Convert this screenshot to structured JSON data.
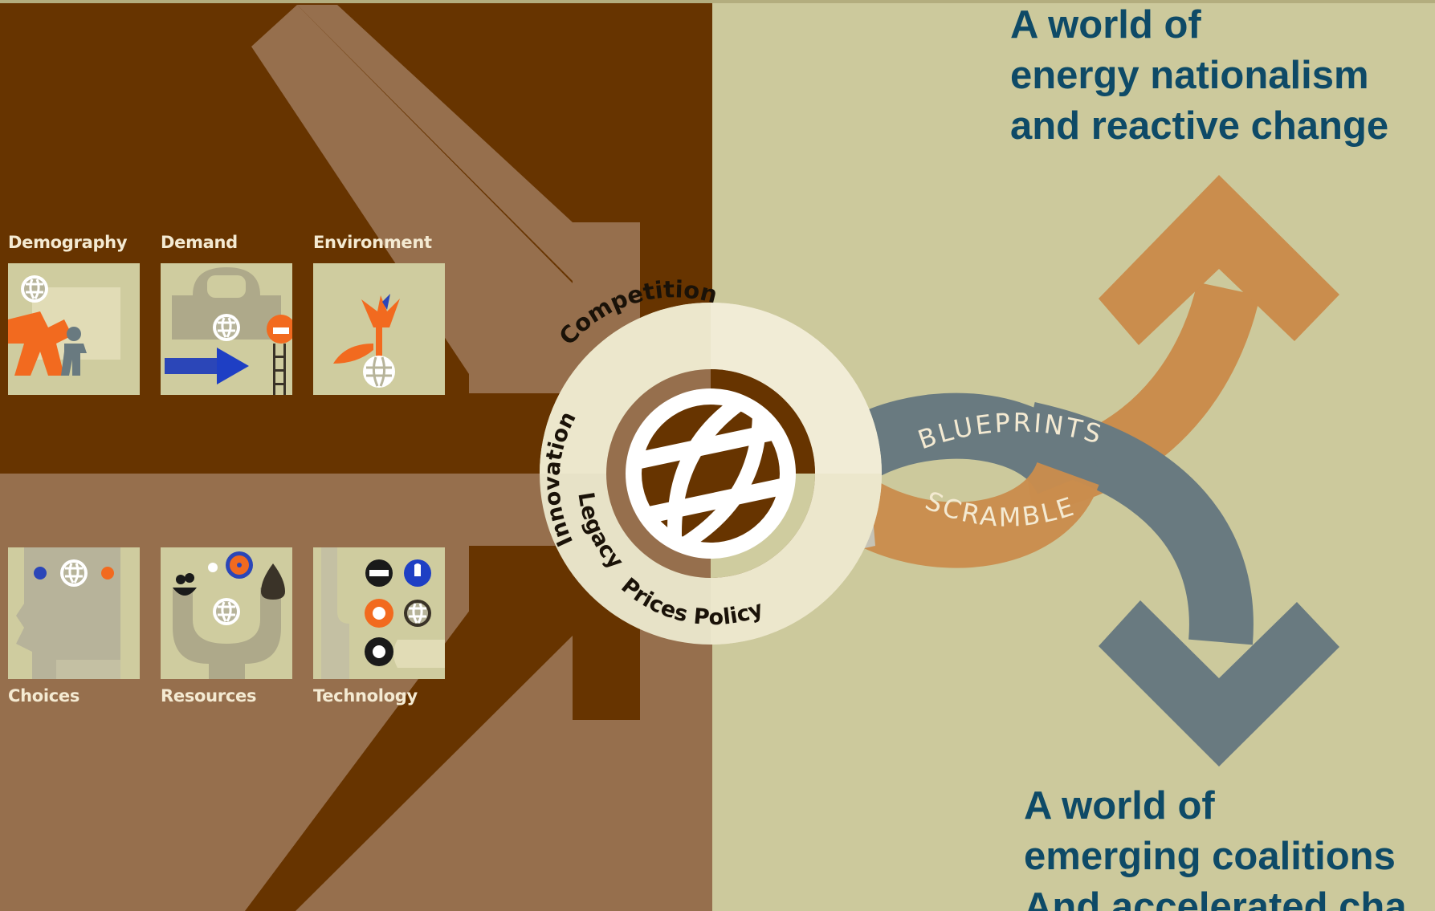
{
  "factors": {
    "top": [
      "Demography",
      "Demand",
      "Environment"
    ],
    "bottom": [
      "Choices",
      "Resources",
      "Technology"
    ]
  },
  "ring_words": [
    "Competition",
    "Innovation",
    "Legacy",
    "Prices",
    "Policy"
  ],
  "scenarios": {
    "upper_band_label": "BLUEPRINTS",
    "lower_band_label": "SCRAMBLE",
    "top_world": [
      "A world of",
      "energy nationalism",
      "and reactive change"
    ],
    "bottom_world": [
      "A world of",
      "emerging coalitions",
      "And accelerated cha"
    ]
  },
  "colors": {
    "background": "#ccc99c",
    "dark_brown": "#673400",
    "mid_brown": "#966f4d",
    "orange_arrow": "#ca8d4d",
    "slate_arrow": "#697a80",
    "title_text": "#0e4a67",
    "tile": "#cfcc9f"
  },
  "icons": [
    "globe-icon",
    "people-icon",
    "car-icon",
    "arrow-right-icon",
    "flower-icon",
    "head-icon",
    "hand-icon",
    "radiation-icon",
    "sun-icon",
    "gear-icon"
  ]
}
